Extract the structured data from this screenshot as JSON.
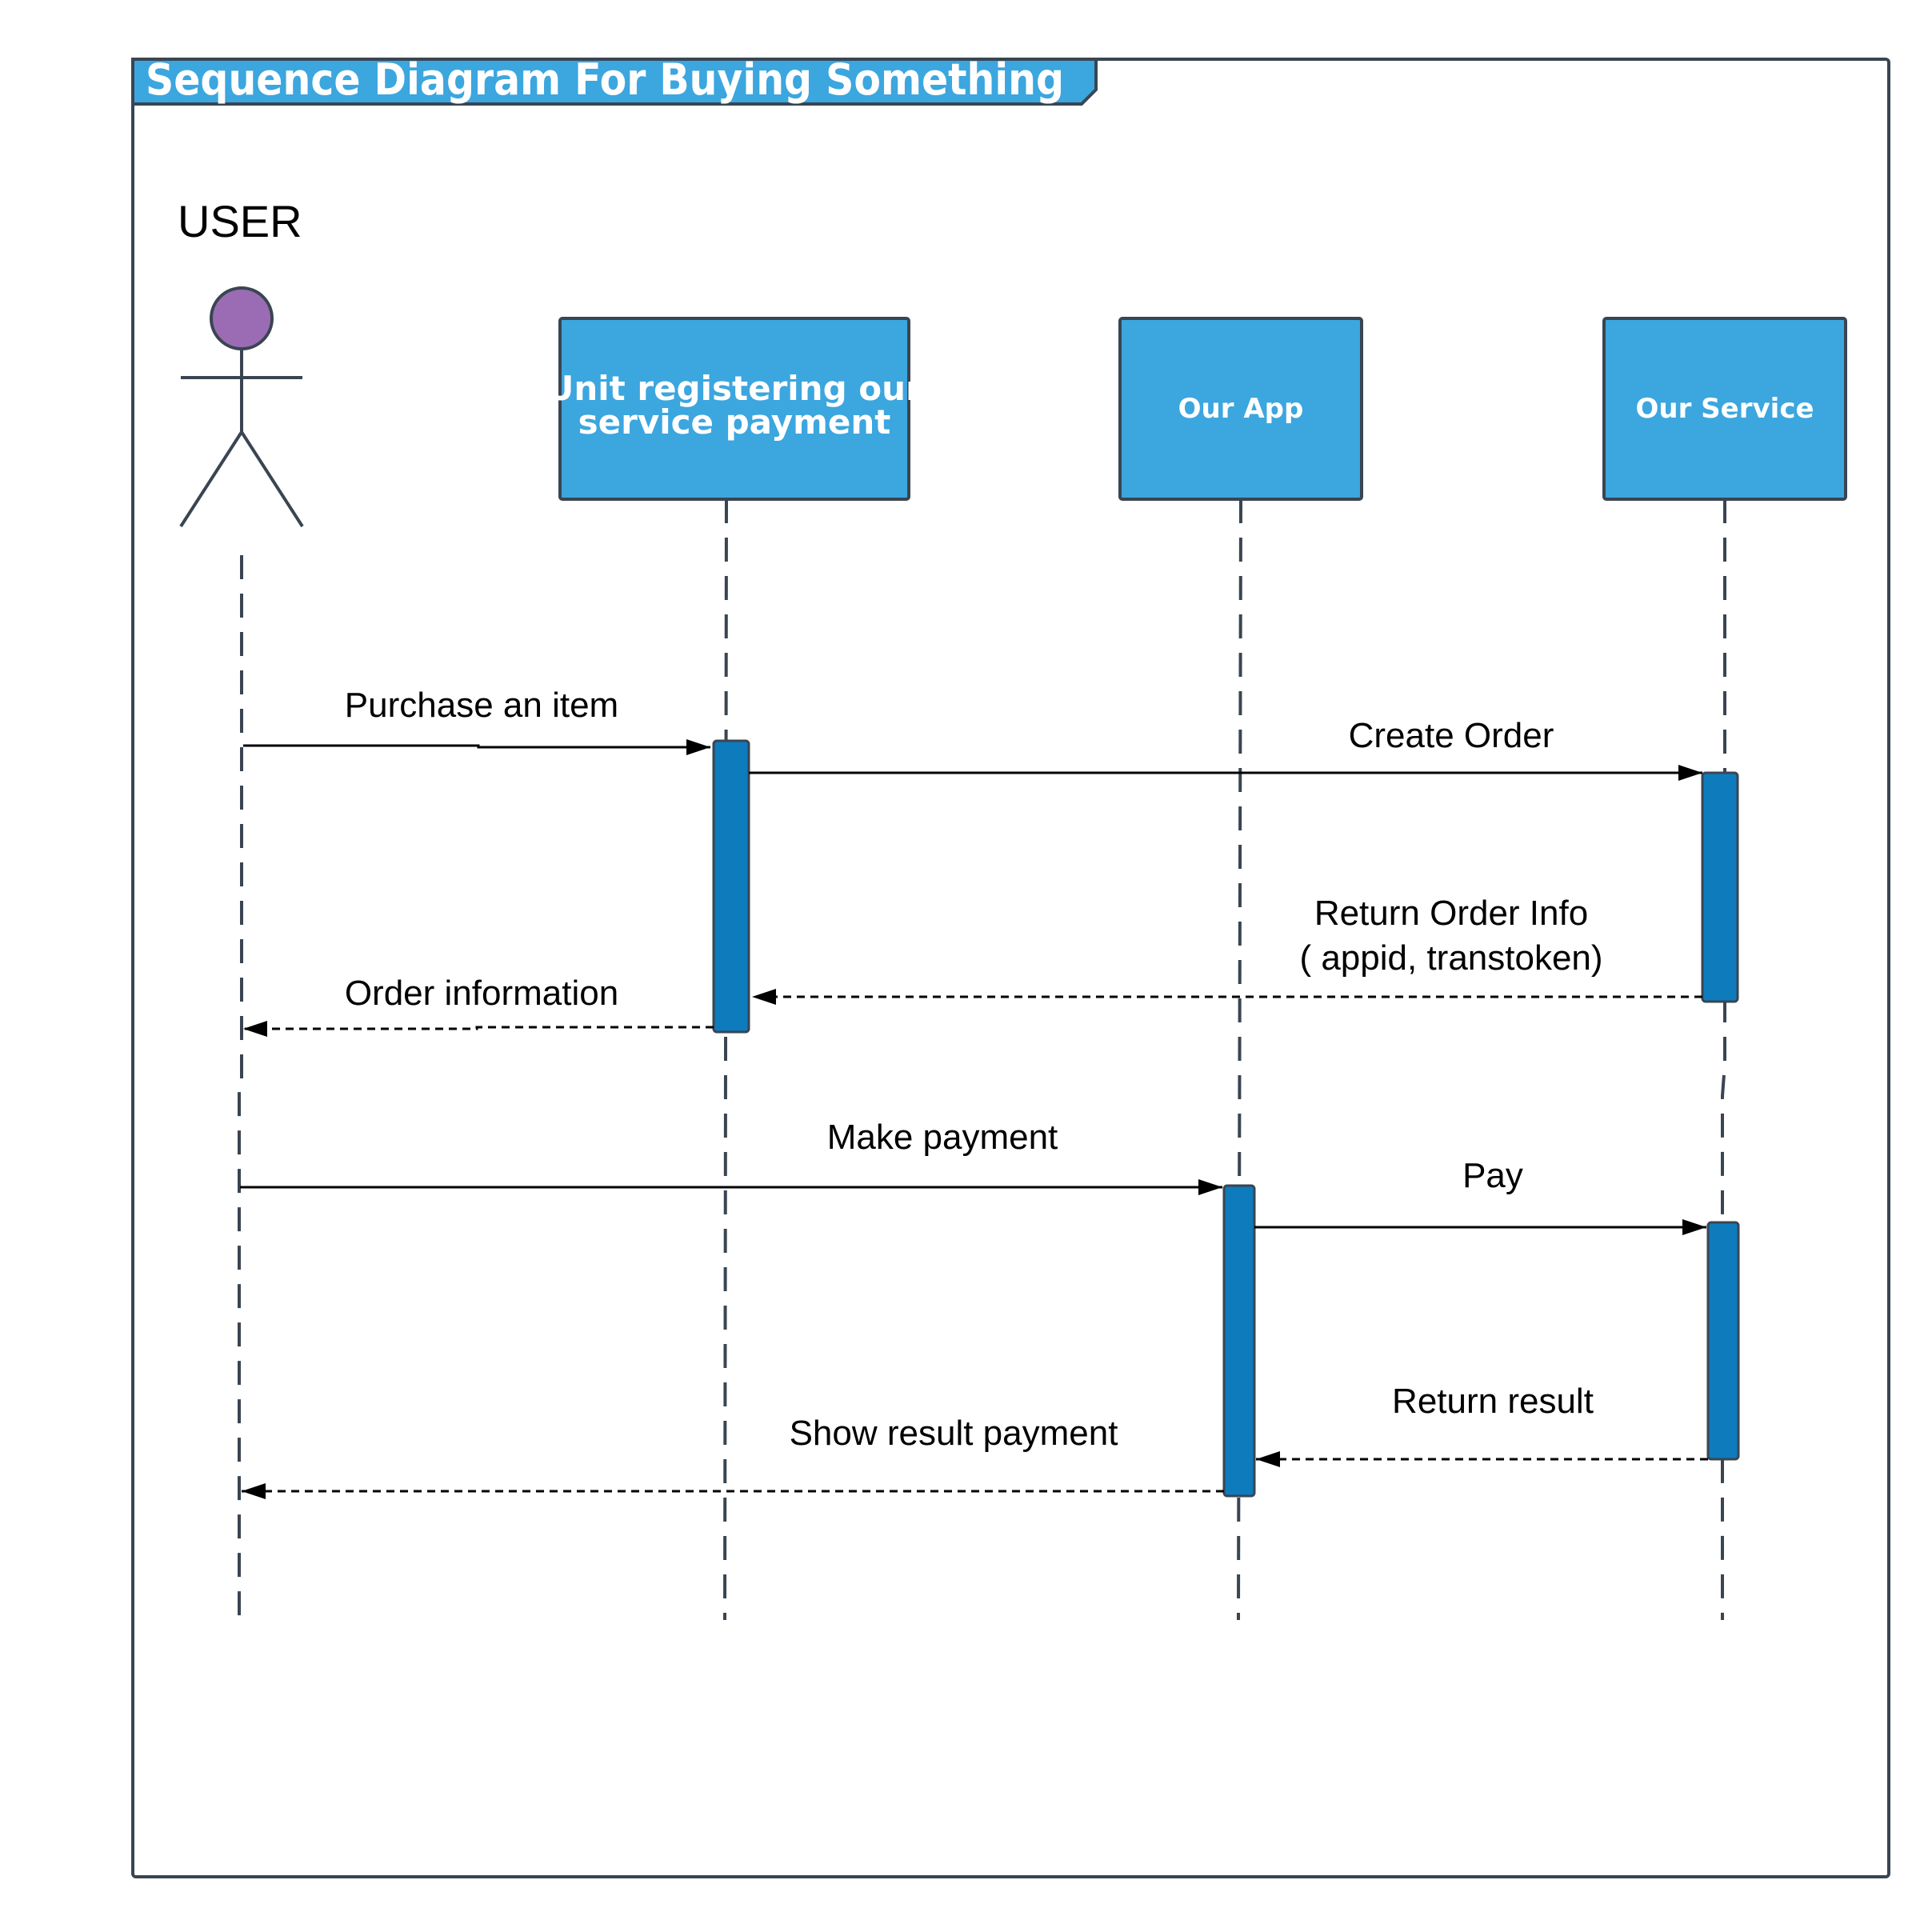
{
  "frame": {
    "title": "Sequence Diagram For Buying Something"
  },
  "actor": {
    "name": "USER"
  },
  "participants": [
    {
      "line1": "Unit registering our",
      "line2": "service payment"
    },
    {
      "label": "Our App"
    },
    {
      "label": "Our Service"
    }
  ],
  "messages": {
    "purchase": "Purchase an item",
    "create_order": "Create Order",
    "return_order_line1": "Return Order Info",
    "return_order_line2": "( appid, transtoken)",
    "order_information": "Order information",
    "make_payment": "Make payment",
    "pay": "Pay",
    "return_result": "Return result",
    "show_result": "Show result payment"
  },
  "colors": {
    "frame_stroke": "#3a4552",
    "header_fill": "#3ca6df",
    "box_fill": "#3ca6df",
    "activation_fill": "#0e7bbd",
    "actor_head": "#9b6cb4",
    "line": "#000000",
    "text": "#000000",
    "box_text": "#ffffff"
  }
}
